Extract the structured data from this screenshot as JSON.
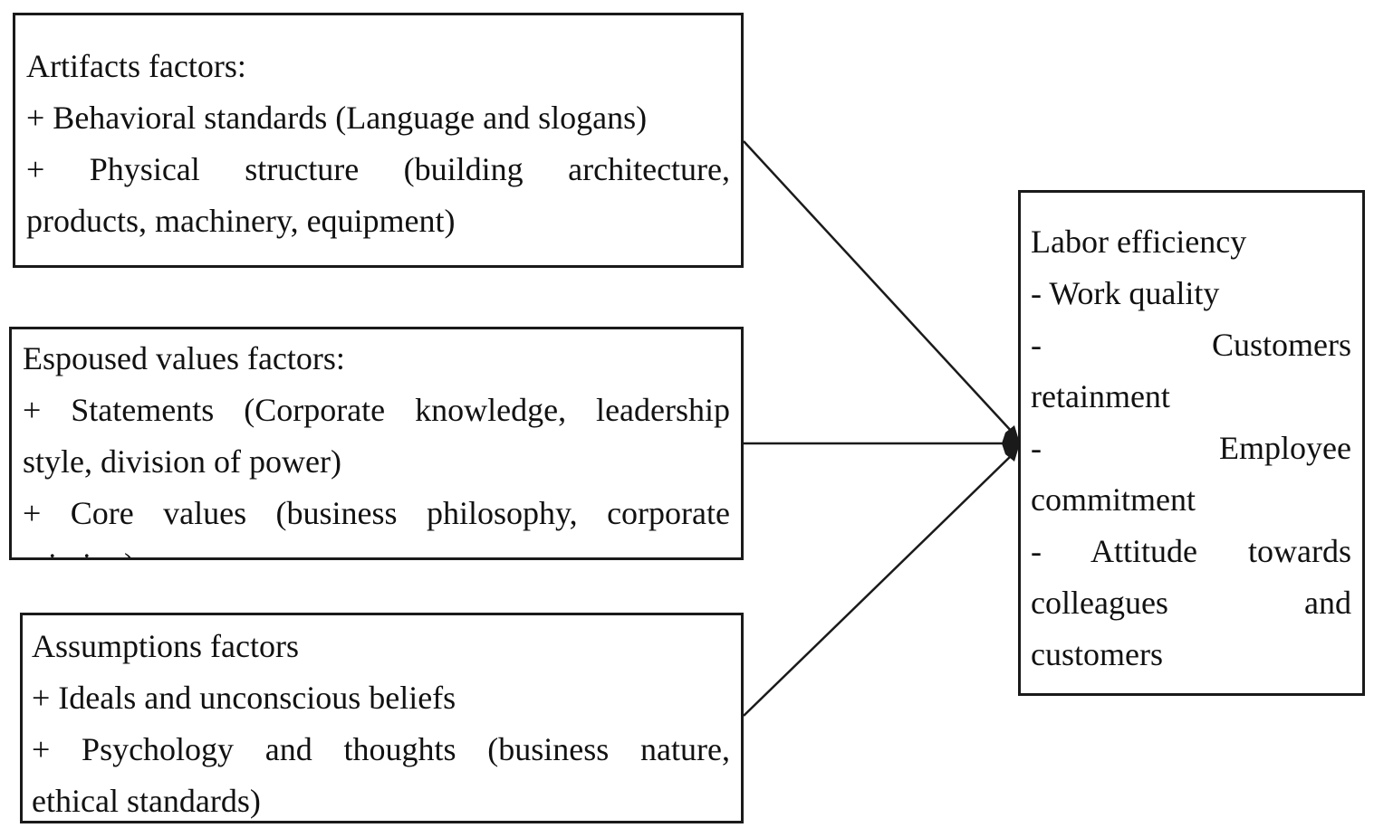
{
  "artifacts": {
    "title": "Artifacts factors:",
    "item1": "+ Behavioral standards (Language and slogans)",
    "item2_line1_a": "+",
    "item2_line1_b": "Physical",
    "item2_line1_c": "structure",
    "item2_line1_d": "(building",
    "item2_line1_e": "architecture,",
    "item2_line2": "products, machinery, equipment)"
  },
  "espoused": {
    "title": "Espoused values factors:",
    "item1_line1": "+ Statements (Corporate knowledge, leadership",
    "item1_line2": "style, division of power)",
    "item2_line1": "+ Core values (business philosophy, corporate",
    "item2_line2": "mission)"
  },
  "assumptions": {
    "title": "Assumptions factors",
    "item1": "+ Ideals and unconscious beliefs",
    "item2_line1": "+ Psychology and thoughts (business nature,",
    "item2_line2": "ethical standards)"
  },
  "labor": {
    "title": "Labor efficiency",
    "item1": "- Work quality",
    "item2_a": "-",
    "item2_b": "Customers",
    "item2_line2": "retainment",
    "item3_a": "-",
    "item3_b": "Employee",
    "item3_line2": "commitment",
    "item4_a": "-",
    "item4_b": "Attitude",
    "item4_c": "towards",
    "item4_line2_a": "colleagues",
    "item4_line2_b": "and",
    "item4_line3": "customers"
  },
  "colors": {
    "stroke": "#1a1a1a",
    "background": "#ffffff",
    "text": "#111111"
  }
}
